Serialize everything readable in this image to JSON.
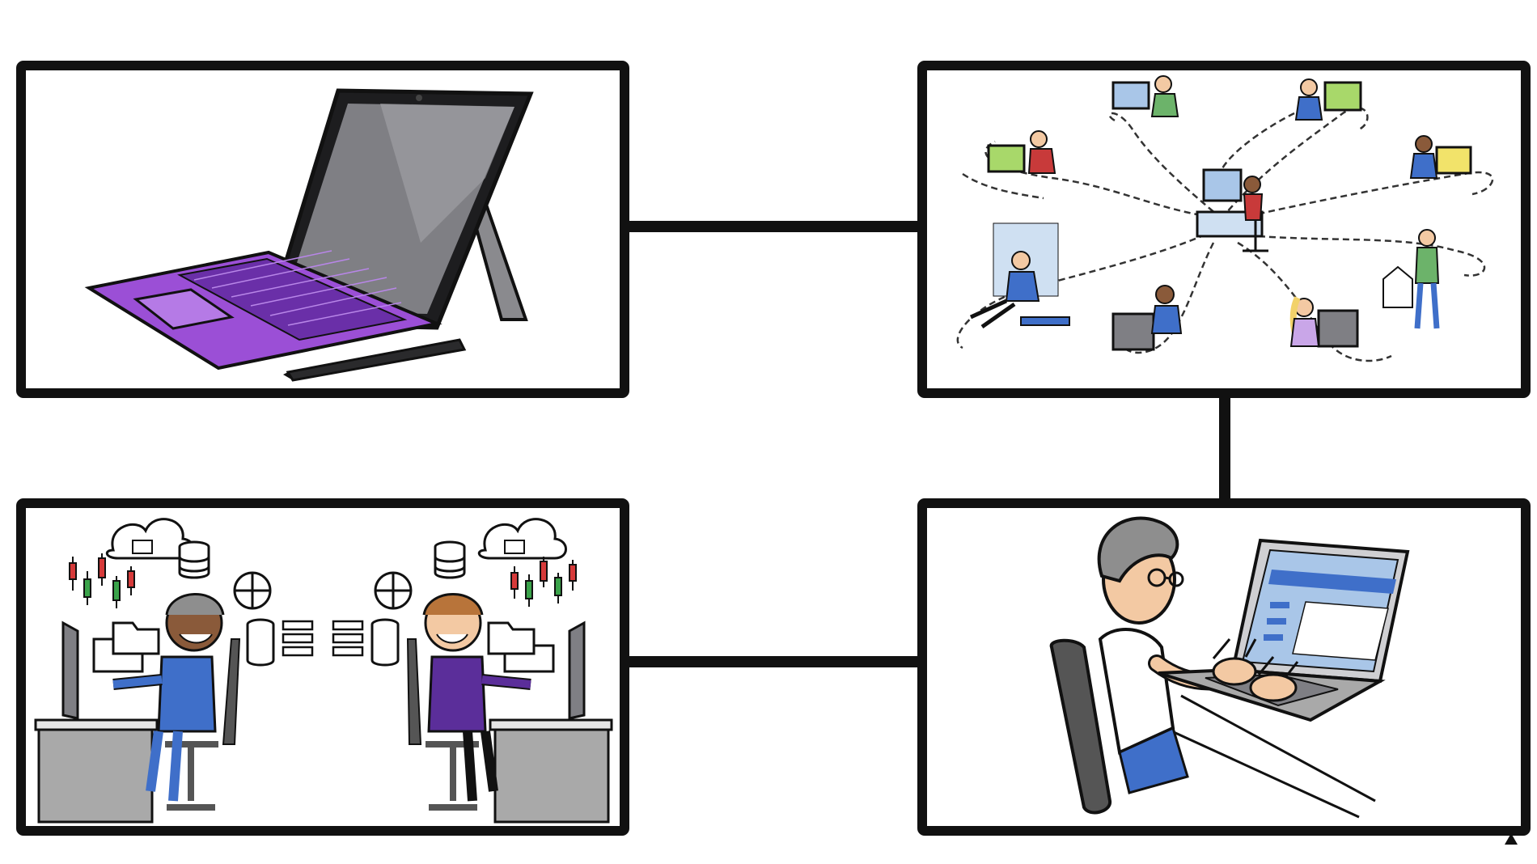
{
  "diagram": {
    "panels": [
      {
        "id": "tablet",
        "depicts": "tablet-with-keyboard-and-pen"
      },
      {
        "id": "network",
        "depicts": "remote-workers-network"
      },
      {
        "id": "traders",
        "depicts": "two-analysts-with-data-icons"
      },
      {
        "id": "laptop-user",
        "depicts": "man-typing-on-laptop"
      }
    ],
    "colors": {
      "frame": "#111111",
      "keyboard": "#9b4fd6",
      "screen": "#7f7f84",
      "screen_green": "#a8d86a",
      "screen_yellow": "#f2e36a",
      "screen_blue": "#a9c6e8",
      "shirt_blue": "#3f6fc9",
      "shirt_red": "#c83a3a",
      "shirt_green": "#6cb36a",
      "shirt_purple": "#5b2e9a",
      "candle_red": "#d63a3a",
      "candle_green": "#3aa34a",
      "desk": "#a9a9a9",
      "chair": "#555555",
      "skin": "#f3c9a3",
      "skin_dark": "#8a5a3a",
      "hair_gray": "#8e8e8e",
      "hair_brown": "#b8743a"
    },
    "icons": [
      "cloud-folder-icon",
      "database-icon",
      "network-node-icon",
      "folders-icon",
      "candlestick-icon"
    ]
  }
}
